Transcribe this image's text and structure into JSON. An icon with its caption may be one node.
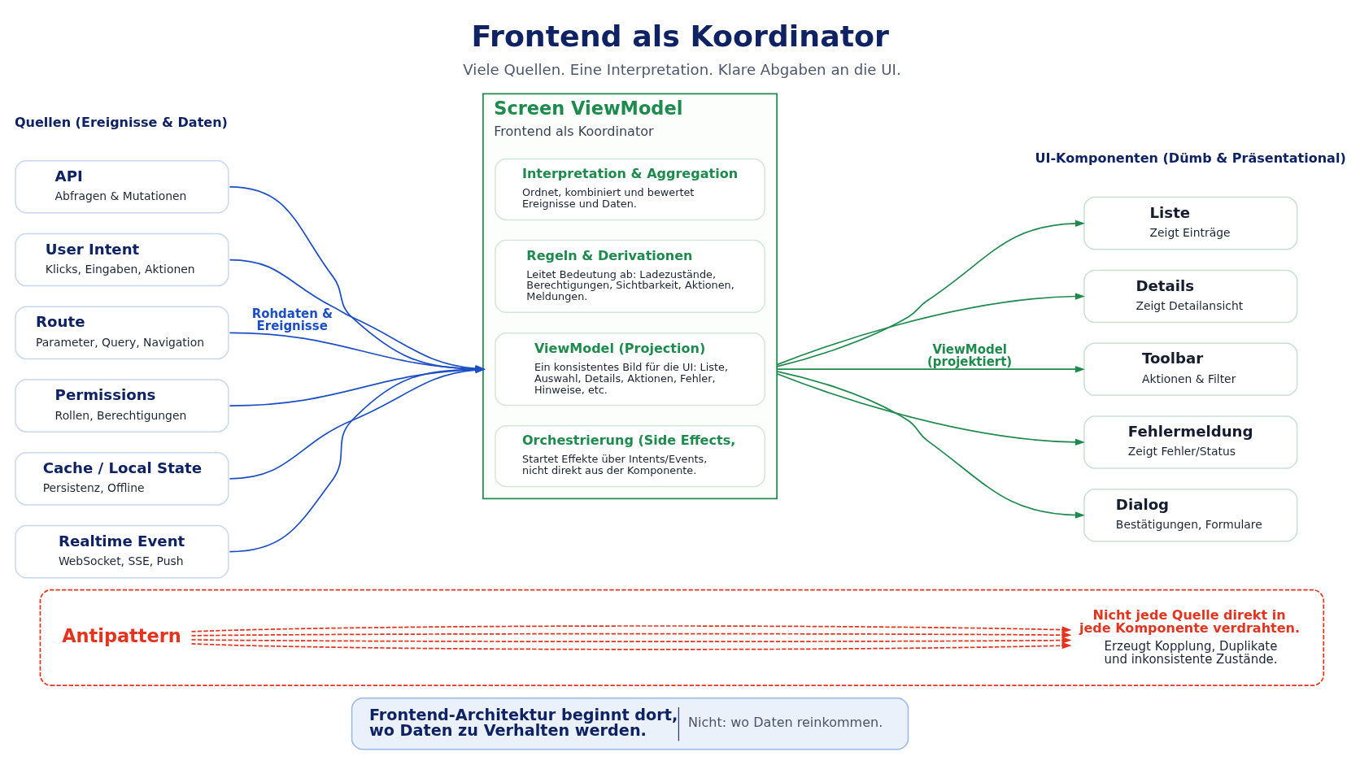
{
  "diagram": {
    "title": "Frontend als Koordinator",
    "caption": "Viele Quellen. Eine Interpretation. Klare Abgaben an die UI.",
    "nodes": [
      {
        "text": [
          "API",
          "Abfragen & Mutationen"
        ]
      },
      {
        "text": [
          "User Intent",
          "Klicks, Eingaben, Aktionen"
        ]
      },
      {
        "text": [
          "Route",
          "Parameter, Query, Navigation"
        ]
      },
      {
        "text": [
          "Permissions",
          "Rollen, Berechtigungen"
        ]
      },
      {
        "text": [
          "Cache / Local State",
          "Persistenz, Offline"
        ]
      },
      {
        "text": [
          "Realtime Event",
          "WebSocket, SSE, Push"
        ]
      },
      {
        "text": [
          "Screen ViewModel",
          "Frontend als Koordinator"
        ]
      },
      {
        "text": [
          "Interpretation & Aggregation",
          "Ordnet, kombiniert und bewertet Ereignisse und Daten."
        ],
        "in": 6
      },
      {
        "text": [
          "Regeln & Derivationen",
          "Leitet Bedeutung ab: Ladezustände, Berechtigungen, Sichtbarkeit, Aktionen, Meldungen."
        ],
        "in": 6
      },
      {
        "text": [
          "ViewModel (Projection)",
          "Ein konsistentes Bild für die UI: Liste, Auswahl, Details, Aktionen, Fehler, Hinweise, etc."
        ],
        "in": 6
      },
      {
        "text": [
          "Orchestrierung (Side Effects,",
          "Startet Effekte über Intents/Events, nicht direkt aus der Komponente."
        ],
        "in": 6
      },
      {
        "text": [
          "Liste",
          "Zeigt Einträge"
        ]
      },
      {
        "text": [
          "Details",
          "Zeigt Detailansicht"
        ]
      },
      {
        "text": [
          "Toolbar",
          "Aktionen & Filter"
        ]
      },
      {
        "text": [
          "Fehlermeldung",
          "Zeigt Fehler/Status"
        ]
      },
      {
        "text": [
          "Dialog",
          "Bestätigungen, Formulare"
        ]
      },
      {
        "text": [],
        "shape": "box"
      },
      {
        "text": [
          "Antipattern"
        ],
        "in": 16
      },
      {
        "text": [
          "Nicht jede Quelle direkt in jede Komponente verdrahten.",
          "Erzeugt Kopplung, Duplikate und inkonsistente Zustände."
        ],
        "in": 16
      },
      {
        "text": [
          "Frontend-Architektur beginnt dort, wo Daten zu Verhalten werden.",
          "Nicht: wo Daten reinkommen."
        ]
      }
    ],
    "edges": [
      {
        "from": 0,
        "to": 6,
        "arrow": "to"
      },
      {
        "from": 1,
        "to": 6,
        "arrow": "to"
      },
      {
        "from": 2,
        "to": 6,
        "arrow": "to",
        "label": "Rohdaten & Ereignisse"
      },
      {
        "from": 3,
        "to": 6,
        "arrow": "to"
      },
      {
        "from": 4,
        "to": 6,
        "arrow": "to"
      },
      {
        "from": 5,
        "to": 6,
        "arrow": "to"
      },
      {
        "from": 6,
        "to": 11,
        "arrow": "to",
        "color": "#1f8a4d"
      },
      {
        "from": 6,
        "to": 12,
        "arrow": "to",
        "color": "#1f8a4d"
      },
      {
        "from": 6,
        "to": 13,
        "arrow": "to",
        "color": "#1f8a4d",
        "label": "ViewModel (projektiert)"
      },
      {
        "from": 6,
        "to": 14,
        "arrow": "to",
        "color": "#1f8a4d"
      },
      {
        "from": 6,
        "to": 15,
        "arrow": "to",
        "color": "#1f8a4d"
      },
      {
        "from": 17,
        "to": 18,
        "arrow": "to",
        "style": "dashed",
        "color": "#e2351f"
      },
      {
        "from": 17,
        "to": 18,
        "arrow": "to",
        "style": "dashed",
        "color": "#e2351f"
      },
      {
        "from": 17,
        "to": 18,
        "arrow": "to",
        "style": "dashed",
        "color": "#e2351f"
      },
      {
        "from": 17,
        "to": 18,
        "arrow": "to",
        "style": "dashed",
        "color": "#e2351f"
      }
    ],
    "labels": [
      "Quellen (Ereignisse & Daten)",
      "UI-Komponenten (Dümb & Präsentational)"
    ]
  }
}
